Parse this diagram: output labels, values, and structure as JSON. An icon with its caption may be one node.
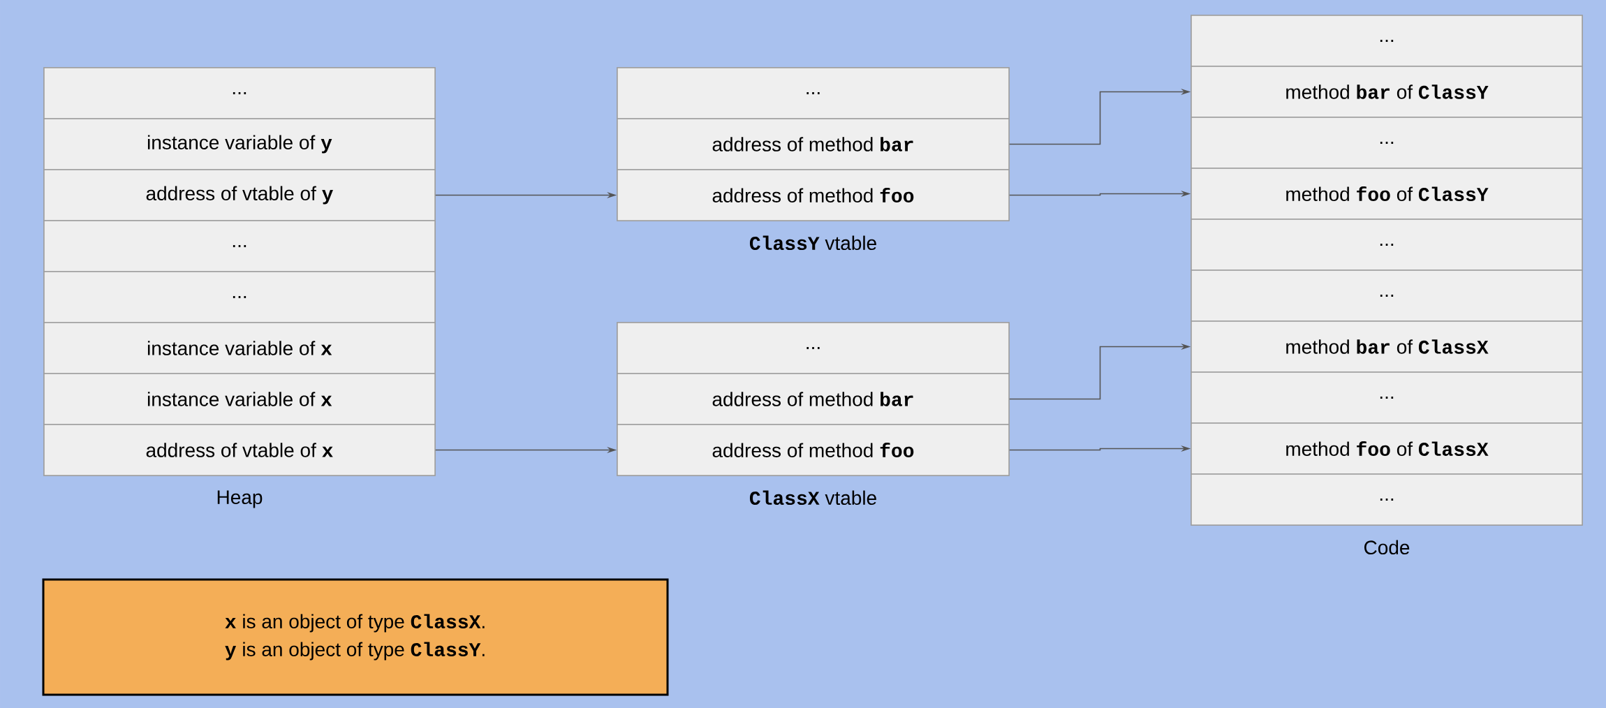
{
  "diagram": {
    "nodes": [
      {
        "text": [
          "Heap"
        ]
      },
      {
        "text": [
          "..."
        ],
        "in": 0
      },
      {
        "text": [
          "instance variable of **y**"
        ],
        "in": 0
      },
      {
        "text": [
          "address of vtable of **y**"
        ],
        "in": 0
      },
      {
        "text": [
          "..."
        ],
        "in": 0
      },
      {
        "text": [
          "..."
        ],
        "in": 0
      },
      {
        "text": [
          "instance variable of **x**"
        ],
        "in": 0
      },
      {
        "text": [
          "instance variable of **x**"
        ],
        "in": 0
      },
      {
        "text": [
          "address of vtable of **x**"
        ],
        "in": 0
      },
      {
        "text": [
          "**ClassY** vtable"
        ]
      },
      {
        "text": [
          "..."
        ],
        "in": 9
      },
      {
        "text": [
          "address of method **bar**"
        ],
        "in": 9
      },
      {
        "text": [
          "address of method **foo**"
        ],
        "in": 9
      },
      {
        "text": [
          "**ClassX** vtable"
        ]
      },
      {
        "text": [
          "..."
        ],
        "in": 13
      },
      {
        "text": [
          "address of method **bar**"
        ],
        "in": 13
      },
      {
        "text": [
          "address of method **foo**"
        ],
        "in": 13
      },
      {
        "text": [
          "Code"
        ]
      },
      {
        "text": [
          "..."
        ],
        "in": 17
      },
      {
        "text": [
          "method **bar** of **ClassY**"
        ],
        "in": 17
      },
      {
        "text": [
          "..."
        ],
        "in": 17
      },
      {
        "text": [
          "method **foo** of **ClassY**"
        ],
        "in": 17
      },
      {
        "text": [
          "..."
        ],
        "in": 17
      },
      {
        "text": [
          "..."
        ],
        "in": 17
      },
      {
        "text": [
          "method **bar** of **ClassX**"
        ],
        "in": 17
      },
      {
        "text": [
          "..."
        ],
        "in": 17
      },
      {
        "text": [
          "method **foo** of **ClassX**"
        ],
        "in": 17
      },
      {
        "text": [
          "..."
        ],
        "in": 17
      },
      {
        "text": [
          "**x** is an object of type **ClassX**.",
          "**y** is an object of type **ClassY**."
        ]
      }
    ],
    "edges": [
      {
        "from": 3,
        "to": 12,
        "arrow": "to"
      },
      {
        "from": 8,
        "to": 16,
        "arrow": "to"
      },
      {
        "from": 11,
        "to": 19,
        "arrow": "to"
      },
      {
        "from": 12,
        "to": 21,
        "arrow": "to"
      },
      {
        "from": 15,
        "to": 24,
        "arrow": "to"
      },
      {
        "from": 16,
        "to": 26,
        "arrow": "to"
      }
    ]
  }
}
